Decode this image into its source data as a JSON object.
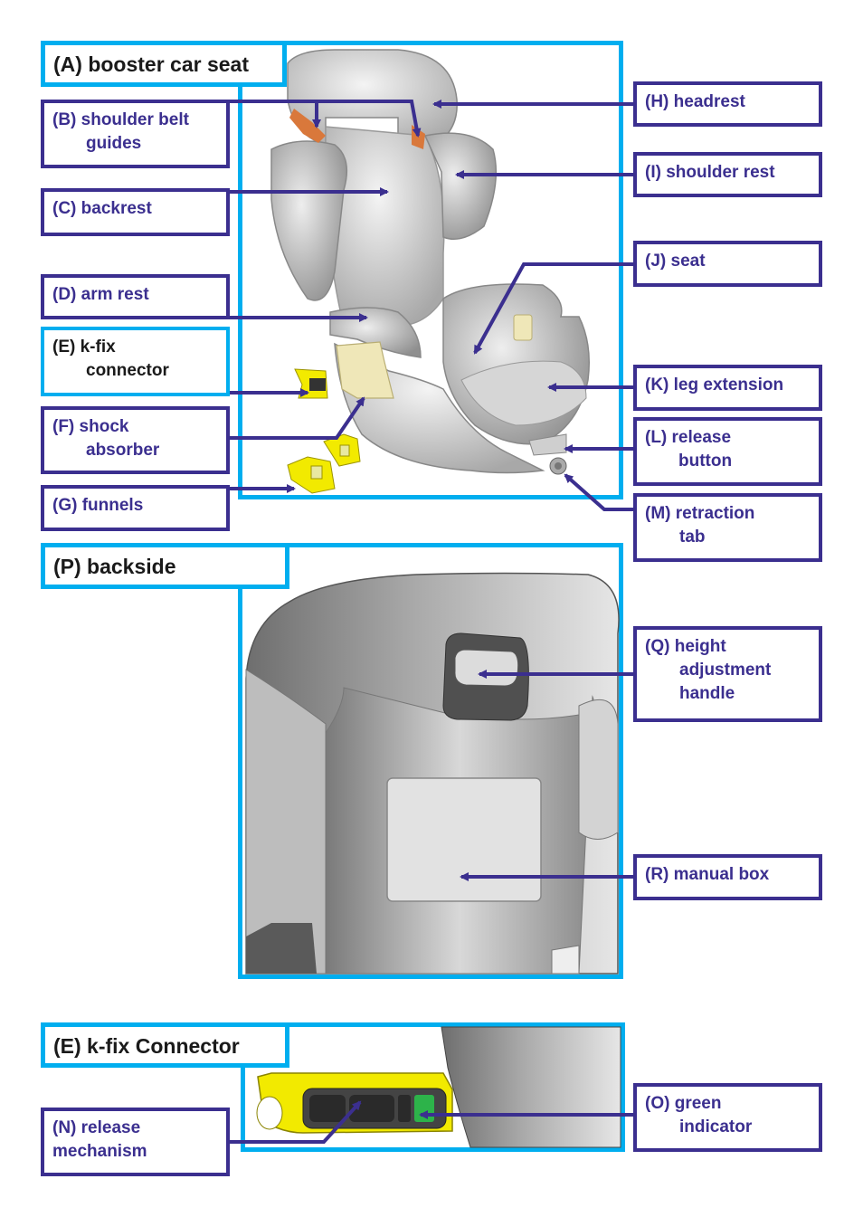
{
  "panels": {
    "booster": {
      "title": "(A) booster car seat"
    },
    "backside": {
      "title": "(P) backside"
    },
    "kfix": {
      "title": "(E) k-fix Connector"
    }
  },
  "labels": {
    "B1": "(B) shoulder belt",
    "B2": "guides",
    "C": "(C) backrest",
    "D": "(D) arm rest",
    "E1": "(E) k-fix",
    "E2": "connector",
    "F1": "(F) shock",
    "F2": "absorber",
    "G": "(G) funnels",
    "H": "(H) headrest",
    "I": "(I) shoulder rest",
    "J": "(J) seat",
    "K": "(K) leg extension",
    "L1": "(L) release",
    "L2": "button",
    "M1": "(M) retraction",
    "M2": "tab",
    "Q1": "(Q) height",
    "Q2": "adjustment",
    "Q3": "handle",
    "R": "(R) manual box",
    "N1": "(N) release",
    "N2": "mechanism",
    "O1": "(O) green",
    "O2": "indicator"
  },
  "colors": {
    "frame": "#00aeef",
    "label_border": "#3b2f8f",
    "arrow": "#3b2f8f",
    "connector_yellow": "#f2ea00",
    "indicator_green": "#2db34a"
  }
}
